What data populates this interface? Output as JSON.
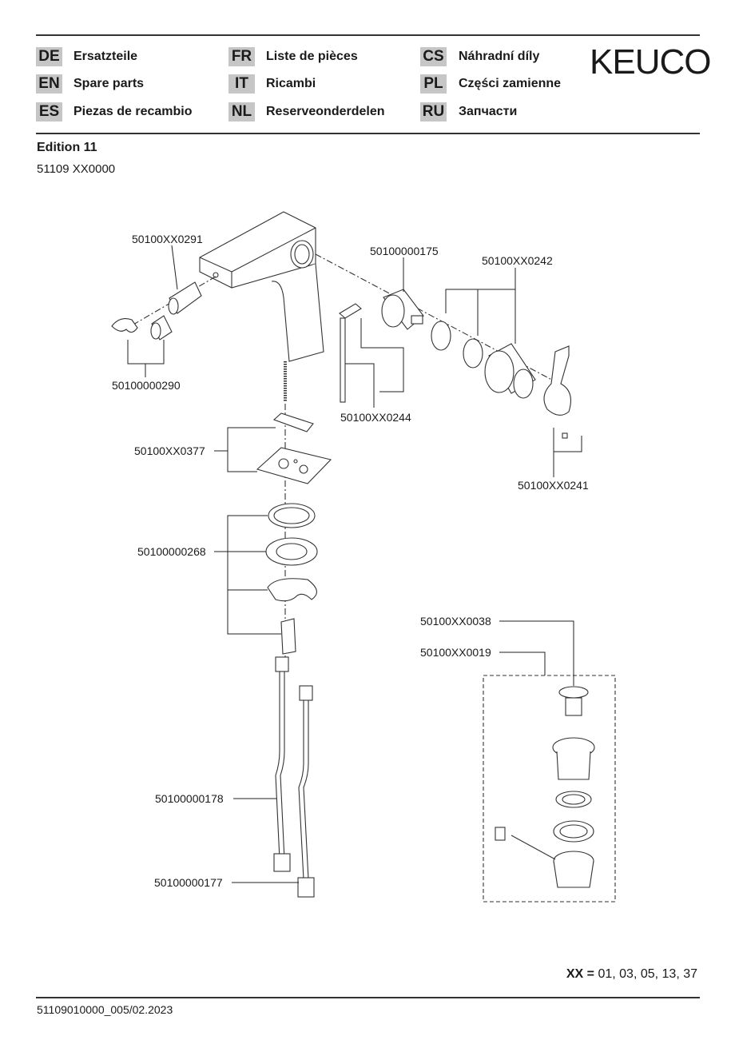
{
  "header": {
    "languages": [
      {
        "code": "DE",
        "label": "Ersatzteile"
      },
      {
        "code": "EN",
        "label": "Spare parts"
      },
      {
        "code": "ES",
        "label": "Piezas de recambio"
      },
      {
        "code": "FR",
        "label": "Liste de pièces"
      },
      {
        "code": "IT",
        "label": "Ricambi"
      },
      {
        "code": "NL",
        "label": "Reserveonderdelen"
      },
      {
        "code": "CS",
        "label": "Náhradní díly"
      },
      {
        "code": "PL",
        "label": "Części zamienne"
      },
      {
        "code": "RU",
        "label": "Запчасти"
      }
    ],
    "logo": "KEUCO"
  },
  "product": {
    "edition": "Edition 11",
    "model": "51109 XX0000"
  },
  "parts": {
    "aerator_housing": "50100XX0291",
    "aerator": "50100000290",
    "cartridge": "50100000175",
    "seals_cartridge_nut": "50100XX0242",
    "popup_rod": "50100XX0244",
    "lever_handle": "50100XX0241",
    "base_plate": "50100XX0377",
    "fixing_set": "50100000268",
    "popup_cap": "50100XX0038",
    "waste_set": "50100XX0019",
    "hose_long": "50100000178",
    "hose_short": "50100000177"
  },
  "variants": {
    "prefix": "XX =",
    "codes": "01, 03, 05, 13, 37"
  },
  "footer": {
    "doc_number": "51109010000_005/02.2023"
  }
}
